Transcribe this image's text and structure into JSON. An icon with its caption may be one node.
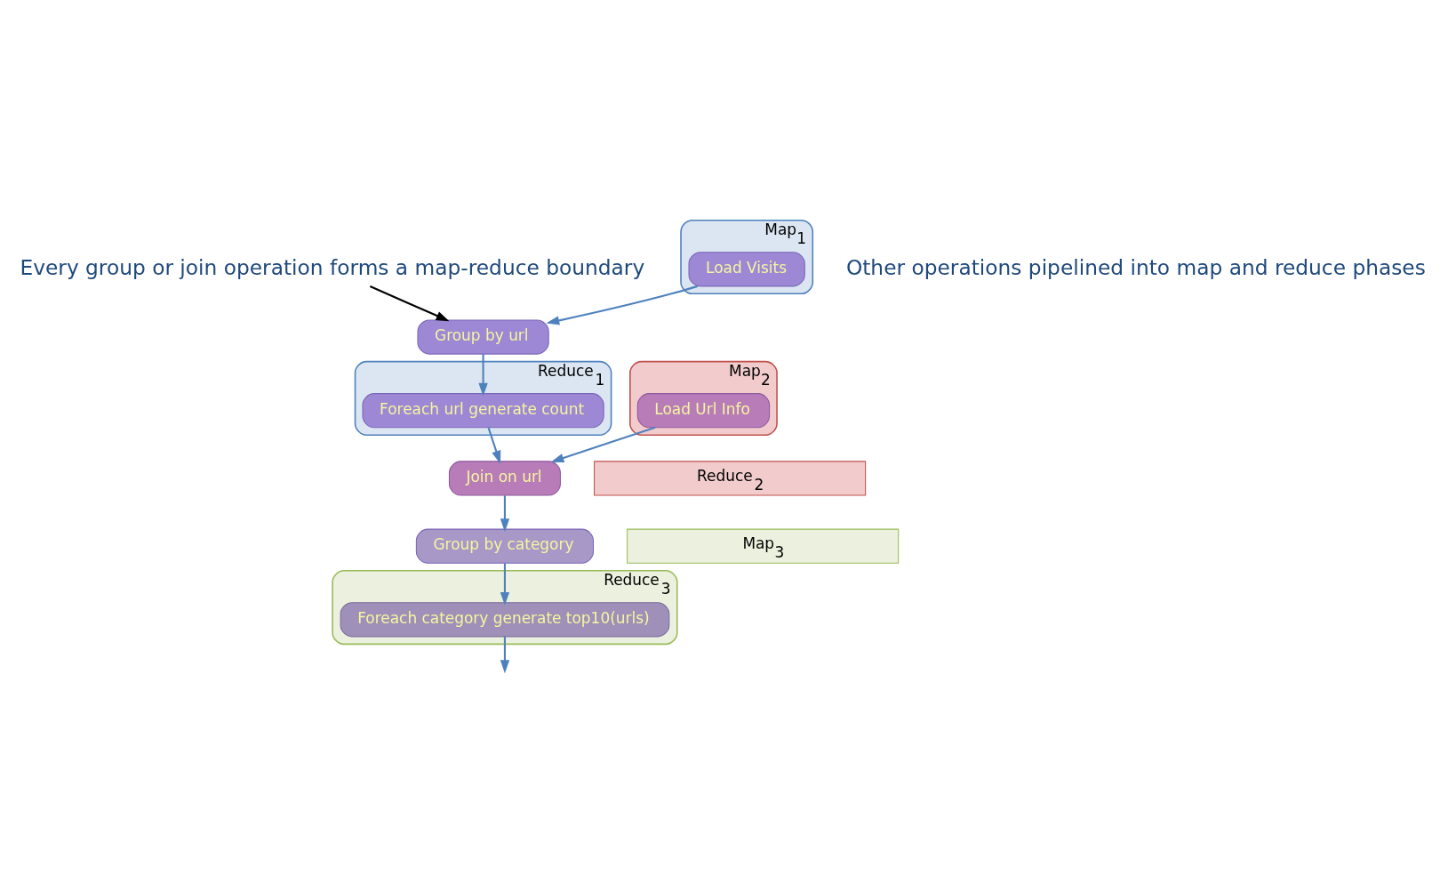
{
  "diagram": {
    "nodes": [
      {
        "text": [
          "Every group or join operation forms a map-reduce boundary"
        ]
      },
      {
        "text": [
          "Map$_{1}$"
        ]
      },
      {
        "text": [
          "Load Visits"
        ],
        "in": 1
      },
      {
        "text": [
          "Group by url"
        ]
      },
      {
        "text": [
          "Reduce$_{1}$"
        ]
      },
      {
        "text": [
          "Foreach url generate count"
        ],
        "in": 4
      },
      {
        "text": [
          "Map$_{2}$"
        ]
      },
      {
        "text": [
          "Load Url Info"
        ],
        "in": 6
      },
      {
        "text": [
          "Join on url"
        ]
      },
      {
        "text": [
          "Reduce$_{2}$"
        ]
      },
      {
        "text": [
          "Map$_{3}$"
        ]
      },
      {
        "text": [
          "Group by category"
        ]
      },
      {
        "text": [
          "Reduce$_{3}$"
        ]
      },
      {
        "text": [
          "Foreach category generate top10(urls)"
        ],
        "in": 12
      }
    ],
    "edges": [
      {
        "from": 0,
        "to": 3,
        "arrow": "to",
        "color": "#000000"
      },
      {
        "from": 2,
        "to": 3,
        "arrow": "to"
      },
      {
        "from": 3,
        "to": 5,
        "arrow": "to"
      },
      {
        "from": 5,
        "to": 8,
        "arrow": "to"
      },
      {
        "from": 7,
        "to": 8,
        "arrow": "to"
      },
      {
        "from": 8,
        "to": 11,
        "arrow": "to"
      },
      {
        "from": 11,
        "to": 13,
        "arrow": "to"
      },
      {
        "from": 13,
        "to": null,
        "arrow": "to"
      }
    ],
    "labels": [
      "Other operations pipelined into map and reduce phases"
    ]
  }
}
